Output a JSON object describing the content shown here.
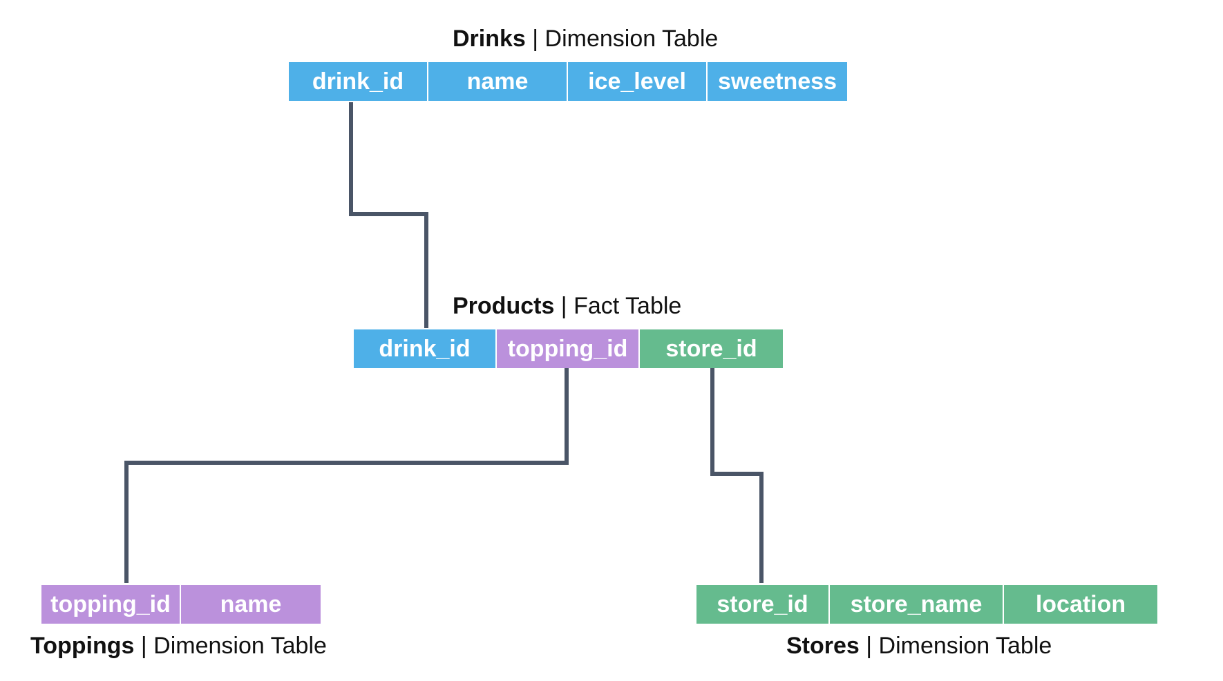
{
  "colors": {
    "drink": "#4eb0e8",
    "topping": "#bb91dc",
    "store": "#65bb8e",
    "connector": "#4a5567"
  },
  "tables": {
    "drinks": {
      "name": "Drinks",
      "kind": " | Dimension Table",
      "columns": [
        "drink_id",
        "name",
        "ice_level",
        "sweetness"
      ]
    },
    "products": {
      "name": "Products",
      "kind": " | Fact Table",
      "columns": [
        "drink_id",
        "topping_id",
        "store_id"
      ]
    },
    "toppings": {
      "name": "Toppings",
      "kind": " | Dimension Table",
      "columns": [
        "topping_id",
        "name"
      ]
    },
    "stores": {
      "name": "Stores",
      "kind": " | Dimension Table",
      "columns": [
        "store_id",
        "store_name",
        "location"
      ]
    }
  }
}
